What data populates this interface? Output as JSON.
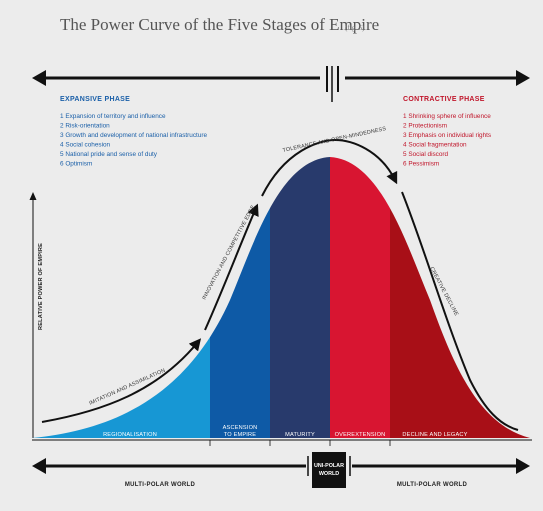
{
  "title": "The Power Curve of the Five Stages of Empire",
  "fig_label": "(fig. 5)",
  "expansive": {
    "heading": "EXPANSIVE PHASE",
    "items": [
      "1  Expansion of territory and influence",
      "2  Risk-orientation",
      "3  Growth and development of national infrastructure",
      "4  Social cohesion",
      "5  National pride and sense of duty",
      "6  Optimism"
    ]
  },
  "contractive": {
    "heading": "CONTRACTIVE PHASE",
    "items": [
      "1  Shrinking sphere of influence",
      "2  Protectionism",
      "3  Emphasis on individual rights",
      "4  Social fragmentation",
      "5  Social discord",
      "6  Pessimism"
    ]
  },
  "curve_labels": {
    "imitation": "IMITATION AND ASSIMILATION",
    "innovation": "INNOVATION AND COMPETITIVE EDGE",
    "tolerance": "TOLERANCE AND OPEN-MINDEDNESS",
    "decline": "CREATIVE DECLINE"
  },
  "stages": [
    {
      "label": "REGIONALISATION",
      "label2": "",
      "color": "#1797d4"
    },
    {
      "label": "ASCENSION",
      "label2": "TO EMPIRE",
      "color": "#0e5aa6"
    },
    {
      "label": "MATURITY",
      "label2": "",
      "color": "#283a6c"
    },
    {
      "label": "OVEREXTENSION",
      "label2": "",
      "color": "#d81531"
    },
    {
      "label": "DECLINE AND LEGACY",
      "label2": "",
      "color": "#a80f17"
    }
  ],
  "y_axis_label": "RELATIVE POWER OF EMPIRE",
  "bottom": {
    "left": "MULTI-POLAR WORLD",
    "center_line1": "UNI-POLAR",
    "center_line2": "WORLD",
    "right": "MULTI-POLAR WORLD"
  }
}
